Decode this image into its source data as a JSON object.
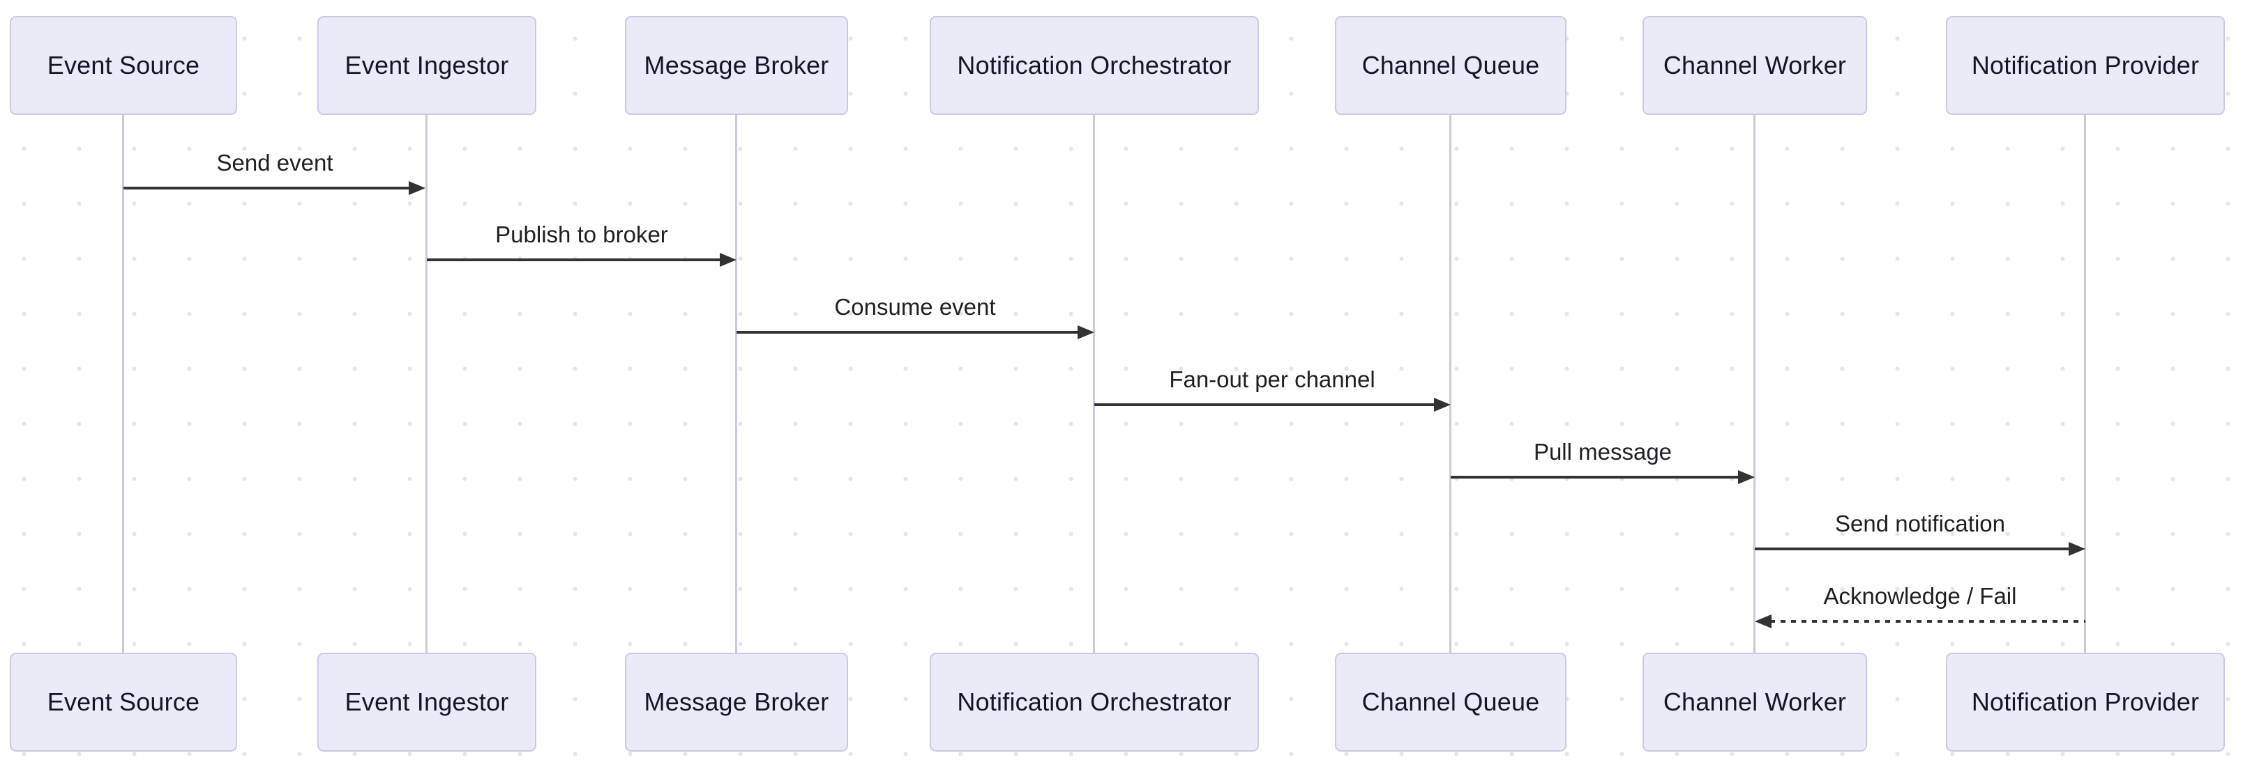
{
  "diagram": {
    "type": "sequence",
    "actors": [
      {
        "label": "Event Source"
      },
      {
        "label": "Event Ingestor"
      },
      {
        "label": "Message Broker"
      },
      {
        "label": "Notification Orchestrator"
      },
      {
        "label": "Channel Queue"
      },
      {
        "label": "Channel Worker"
      },
      {
        "label": "Notification Provider"
      }
    ],
    "messages": [
      {
        "label": "Send event",
        "from": "Event Source",
        "to": "Event Ingestor",
        "line": "solid",
        "direction": "right"
      },
      {
        "label": "Publish to broker",
        "from": "Event Ingestor",
        "to": "Message Broker",
        "line": "solid",
        "direction": "right"
      },
      {
        "label": "Consume event",
        "from": "Message Broker",
        "to": "Notification Orchestrator",
        "line": "solid",
        "direction": "right"
      },
      {
        "label": "Fan-out per channel",
        "from": "Notification Orchestrator",
        "to": "Channel Queue",
        "line": "solid",
        "direction": "right"
      },
      {
        "label": "Pull message",
        "from": "Channel Queue",
        "to": "Channel Worker",
        "line": "solid",
        "direction": "right"
      },
      {
        "label": "Send notification",
        "from": "Channel Worker",
        "to": "Notification Provider",
        "line": "solid",
        "direction": "right"
      },
      {
        "label": "Acknowledge / Fail",
        "from": "Notification Provider",
        "to": "Channel Worker",
        "line": "dashed",
        "direction": "left"
      }
    ],
    "colors": {
      "actor_fill": "#EBEBF8",
      "actor_border": "#C9C9E6",
      "actor_text": "#15152A",
      "message_line": "#333333",
      "message_text": "#1F1F24",
      "lifeline": "#C9C9DC",
      "background": "#FFFFFF",
      "grid_dot": "#E2E2EE"
    }
  }
}
